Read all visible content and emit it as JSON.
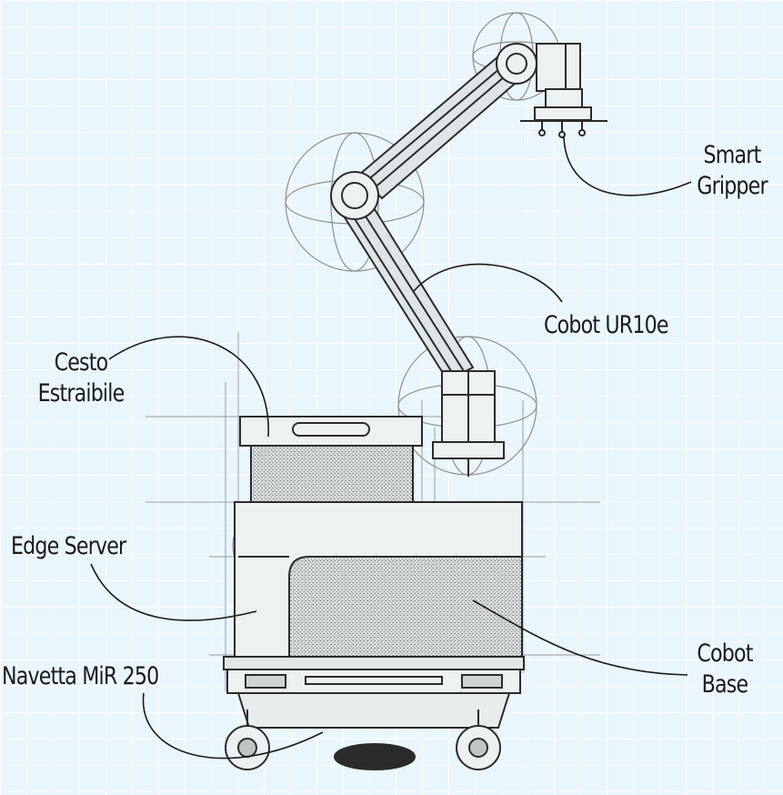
{
  "labels": {
    "smart_gripper": [
      "Smart",
      "Gripper"
    ],
    "cobot_ur10e": "Cobot UR10e",
    "cesto_estraibile": [
      "Cesto",
      "Estraibile"
    ],
    "edge_server": "Edge Server",
    "navetta_mir250": "Navetta MiR 250",
    "cobot_base": [
      "Cobot",
      "Base"
    ]
  },
  "colors": {
    "background": "#e9f6fd",
    "grid": "#ffffff",
    "line": "#2b2b2b",
    "guide": "#9a9a9a",
    "stipple": "#c9cccc"
  }
}
